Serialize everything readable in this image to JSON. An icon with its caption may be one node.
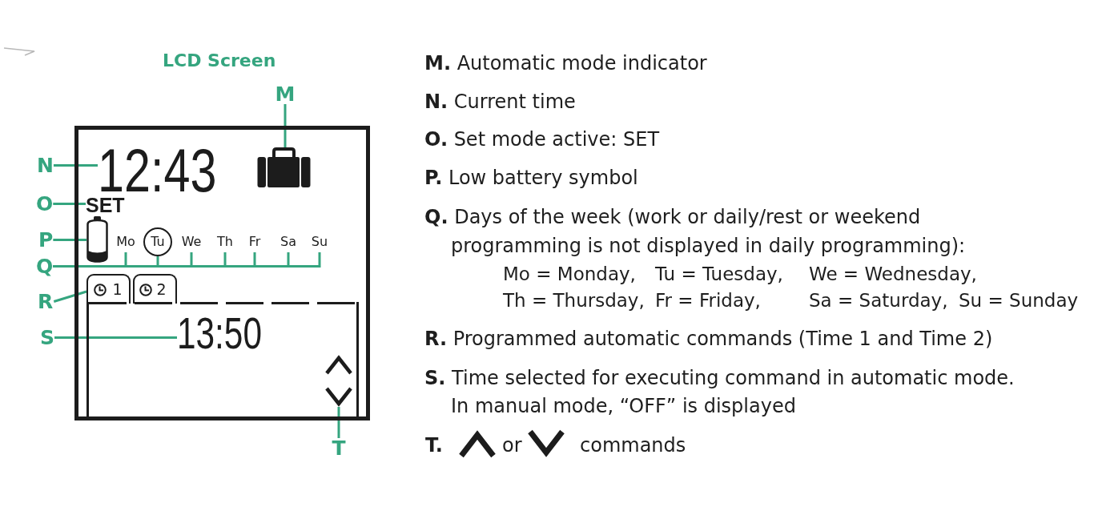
{
  "diagram": {
    "nodes": [
      {
        "text": [
          "LCD Screen"
        ]
      },
      {
        "text": [],
        "shape": "picture",
        "in": 0
      },
      {
        "text": [
          "12:43"
        ],
        "in": 0
      },
      {
        "text": [
          "SET"
        ],
        "in": 0
      },
      {
        "text": [],
        "shape": "picture",
        "in": 0
      },
      {
        "text": [
          "Mo"
        ],
        "in": 0
      },
      {
        "text": [
          "Tu"
        ],
        "in": 0
      },
      {
        "text": [
          "We"
        ],
        "in": 0
      },
      {
        "text": [
          "Th"
        ],
        "in": 0
      },
      {
        "text": [
          "Fr"
        ],
        "in": 0
      },
      {
        "text": [
          "Sa"
        ],
        "in": 0
      },
      {
        "text": [
          "Su"
        ],
        "in": 0
      },
      {
        "text": [
          "1"
        ],
        "in": 0
      },
      {
        "text": [
          "2"
        ],
        "in": 0
      },
      {
        "text": [],
        "shape": "box",
        "in": 0
      },
      {
        "text": [
          "13:50"
        ],
        "in": 14
      },
      {
        "text": [],
        "shape": "picture",
        "in": 14
      },
      {
        "text": [
          "M"
        ]
      },
      {
        "text": [
          "N"
        ]
      },
      {
        "text": [
          "O"
        ]
      },
      {
        "text": [
          "P"
        ]
      },
      {
        "text": [
          "Q"
        ]
      },
      {
        "text": [
          "R"
        ]
      },
      {
        "text": [
          "S"
        ]
      },
      {
        "text": [
          "T"
        ]
      }
    ],
    "edges": [
      {
        "from": 17,
        "to": 1,
        "arrow": "none"
      },
      {
        "from": 18,
        "to": 2,
        "arrow": "none"
      },
      {
        "from": 19,
        "to": 3,
        "arrow": "none"
      },
      {
        "from": 20,
        "to": 4,
        "arrow": "none"
      },
      {
        "from": 21,
        "to": 5,
        "arrow": "none"
      },
      {
        "from": 21,
        "to": 6,
        "arrow": "none"
      },
      {
        "from": 21,
        "to": 7,
        "arrow": "none"
      },
      {
        "from": 21,
        "to": 8,
        "arrow": "none"
      },
      {
        "from": 21,
        "to": 9,
        "arrow": "none"
      },
      {
        "from": 21,
        "to": 10,
        "arrow": "none"
      },
      {
        "from": 21,
        "to": 11,
        "arrow": "none"
      },
      {
        "from": 22,
        "to": 12,
        "arrow": "none"
      },
      {
        "from": 23,
        "to": 15,
        "arrow": "none"
      },
      {
        "from": 24,
        "to": 16,
        "arrow": "none"
      }
    ],
    "labels": [
      "**M.** Automatic mode indicator",
      "**N.** Current time",
      "**O.** Set mode active: SET",
      "**P.** Low battery symbol",
      "**Q.** Days of the week (work or daily/rest or weekend programming is not displayed in daily programming):",
      "Mo = Monday,",
      "Tu = Tuesday,",
      "We = Wednesday,",
      "Th = Thursday,",
      "Fr = Friday,",
      "Sa = Saturday,",
      "Su = Sunday",
      "**R.** Programmed automatic commands (Time 1 and Time 2)",
      "**S.** Time selected for executing command in automatic mode. In manual mode, “OFF” is displayed",
      "T.",
      "or",
      "commands"
    ]
  }
}
